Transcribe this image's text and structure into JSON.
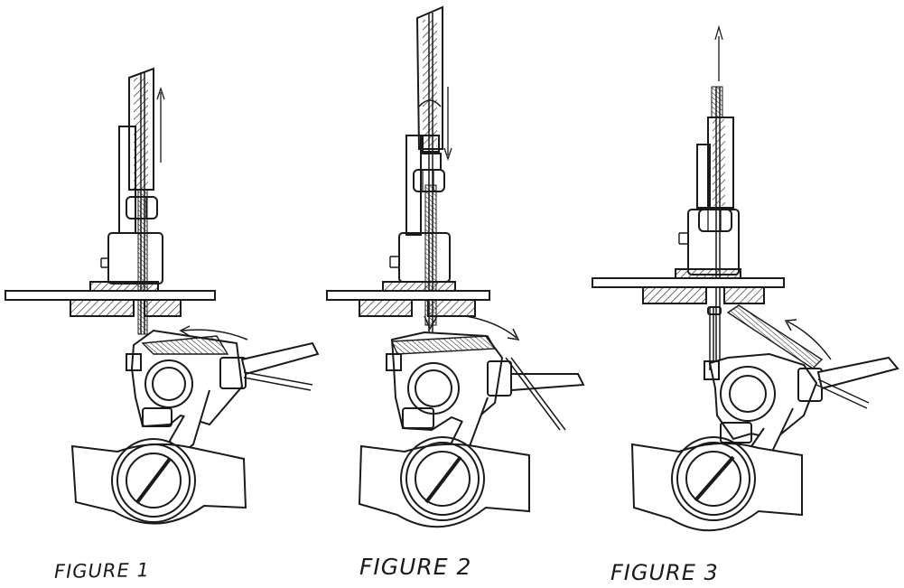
{
  "figures": [
    {
      "caption": "FIGURE 1"
    },
    {
      "caption": "FIGURE 2"
    },
    {
      "caption": "FIGURE 3"
    }
  ],
  "colors": {
    "ink": "#1a1a1a",
    "paper": "#ffffff",
    "hatch": "#333333"
  },
  "icons": [
    "up-arrow-icon",
    "down-arrow-icon",
    "rotation-arrow-icon",
    "screw-slot-icon"
  ]
}
